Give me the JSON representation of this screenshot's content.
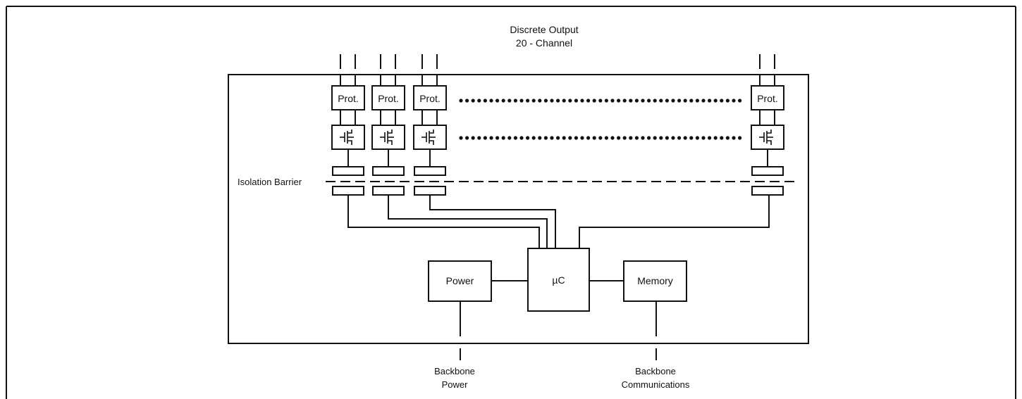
{
  "title": {
    "line1": "Discrete Output",
    "line2": "20 - Channel"
  },
  "protection_label": "Prot.",
  "isolation_label": "Isolation Barrier",
  "blocks": {
    "power": "Power",
    "microcontroller": "µC",
    "memory": "Memory"
  },
  "external": {
    "backbone_power": {
      "line1": "Backbone",
      "line2": "Power"
    },
    "backbone_comms": {
      "line1": "Backbone",
      "line2": "Communications"
    }
  },
  "colors": {
    "stroke": "#111111",
    "background": "#ffffff"
  },
  "icons": {
    "switch": "transistor-switch-icon",
    "ellipsis": "dotted-continuation"
  }
}
